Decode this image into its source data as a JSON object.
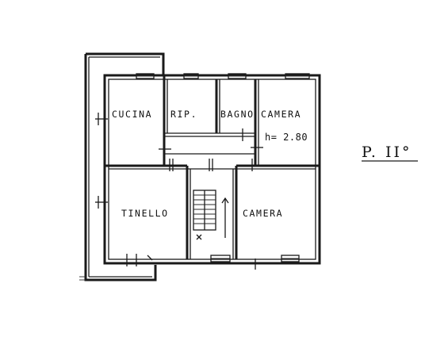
{
  "plan": {
    "rooms": [
      {
        "id": "cucina",
        "label": "CUCINA"
      },
      {
        "id": "ripostiglio",
        "label": "RIP."
      },
      {
        "id": "bagno",
        "label": "BAGNO"
      },
      {
        "id": "camera-1",
        "label": "CAMERA"
      },
      {
        "id": "tinello",
        "label": "TINELLO"
      },
      {
        "id": "camera-2",
        "label": "CAMERA"
      }
    ],
    "ceiling_height": "h= 2.80",
    "floor": "P. II°"
  }
}
